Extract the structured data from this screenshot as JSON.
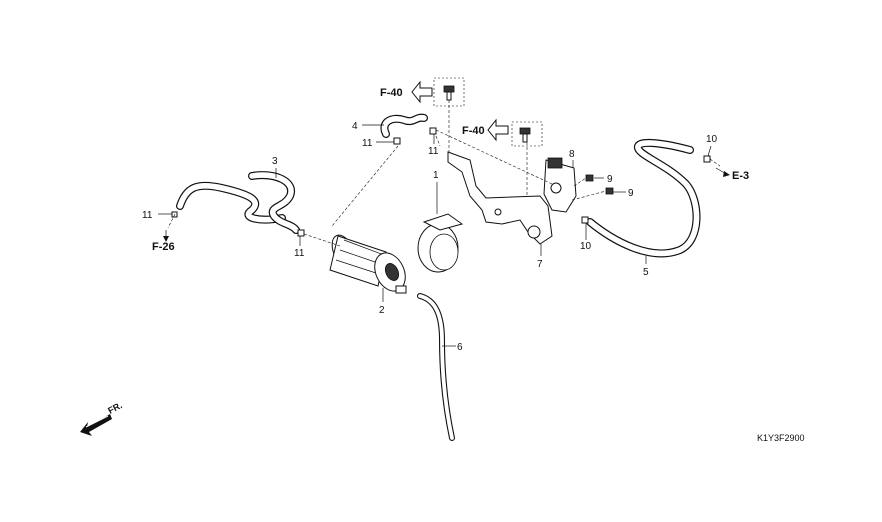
{
  "callouts": {
    "c1": "1",
    "c2": "2",
    "c3": "3",
    "c4": "4",
    "c5": "5",
    "c6": "6",
    "c7": "7",
    "c8": "8",
    "c9a": "9",
    "c9b": "9",
    "c10a": "10",
    "c10b": "10",
    "c11a": "11",
    "c11b": "11",
    "c11c": "11",
    "c11d": "11"
  },
  "references": {
    "f40_top": "F-40",
    "f40_mid": "F-40",
    "f26": "F-26",
    "e3": "E-3"
  },
  "front_label": "FR.",
  "diagram_code": "K1Y3F2900"
}
